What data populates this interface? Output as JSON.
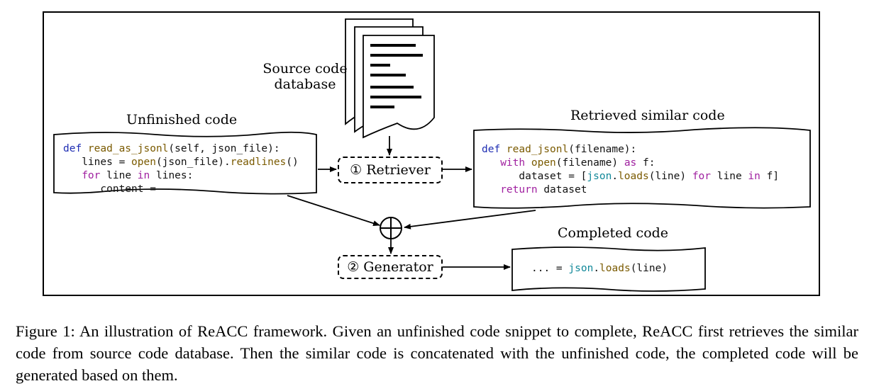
{
  "labels": {
    "source_db_line1": "Source code",
    "source_db_line2": "database",
    "unfinished": "Unfinished code",
    "retrieved": "Retrieved similar code",
    "completed": "Completed code"
  },
  "boxes": {
    "retriever": "① Retriever",
    "generator": "② Generator"
  },
  "unfinished_code": [
    [
      {
        "t": "def ",
        "c": "kw"
      },
      {
        "t": "read_as_jsonl",
        "c": "fn"
      },
      {
        "t": "(self, json_file):",
        "c": ""
      }
    ],
    [
      {
        "t": "   lines = ",
        "c": ""
      },
      {
        "t": "open",
        "c": "bi"
      },
      {
        "t": "(json_file).",
        "c": ""
      },
      {
        "t": "readlines",
        "c": "fn"
      },
      {
        "t": "()",
        "c": ""
      }
    ],
    [
      {
        "t": "   ",
        "c": ""
      },
      {
        "t": "for",
        "c": "kw2"
      },
      {
        "t": " line ",
        "c": ""
      },
      {
        "t": "in",
        "c": "kw2"
      },
      {
        "t": " lines:",
        "c": ""
      }
    ],
    [
      {
        "t": "      content =",
        "c": ""
      }
    ]
  ],
  "retrieved_code": [
    [
      {
        "t": "def ",
        "c": "kw"
      },
      {
        "t": "read_jsonl",
        "c": "fn"
      },
      {
        "t": "(filename):",
        "c": ""
      }
    ],
    [
      {
        "t": "   ",
        "c": ""
      },
      {
        "t": "with",
        "c": "kw2"
      },
      {
        "t": " ",
        "c": ""
      },
      {
        "t": "open",
        "c": "bi"
      },
      {
        "t": "(filename) ",
        "c": ""
      },
      {
        "t": "as",
        "c": "kw2"
      },
      {
        "t": " f:",
        "c": ""
      }
    ],
    [
      {
        "t": "      dataset = [",
        "c": ""
      },
      {
        "t": "json",
        "c": "cy"
      },
      {
        "t": ".",
        "c": ""
      },
      {
        "t": "loads",
        "c": "fn"
      },
      {
        "t": "(line) ",
        "c": ""
      },
      {
        "t": "for",
        "c": "kw2"
      },
      {
        "t": " line ",
        "c": ""
      },
      {
        "t": "in",
        "c": "kw2"
      },
      {
        "t": " f]",
        "c": ""
      }
    ],
    [
      {
        "t": "   ",
        "c": ""
      },
      {
        "t": "return",
        "c": "kw2"
      },
      {
        "t": " dataset",
        "c": ""
      }
    ]
  ],
  "completed_code": [
    [
      {
        "t": "... = ",
        "c": ""
      },
      {
        "t": "json",
        "c": "cy"
      },
      {
        "t": ".",
        "c": ""
      },
      {
        "t": "loads",
        "c": "fn"
      },
      {
        "t": "(line)",
        "c": ""
      }
    ]
  ],
  "caption": "Figure 1: An illustration of ReACC framework. Given an unfinished code snippet to complete, ReACC first retrieves the similar code from source code database. Then the similar code is concatenated with the unfinished code, the completed code will be generated based on them."
}
